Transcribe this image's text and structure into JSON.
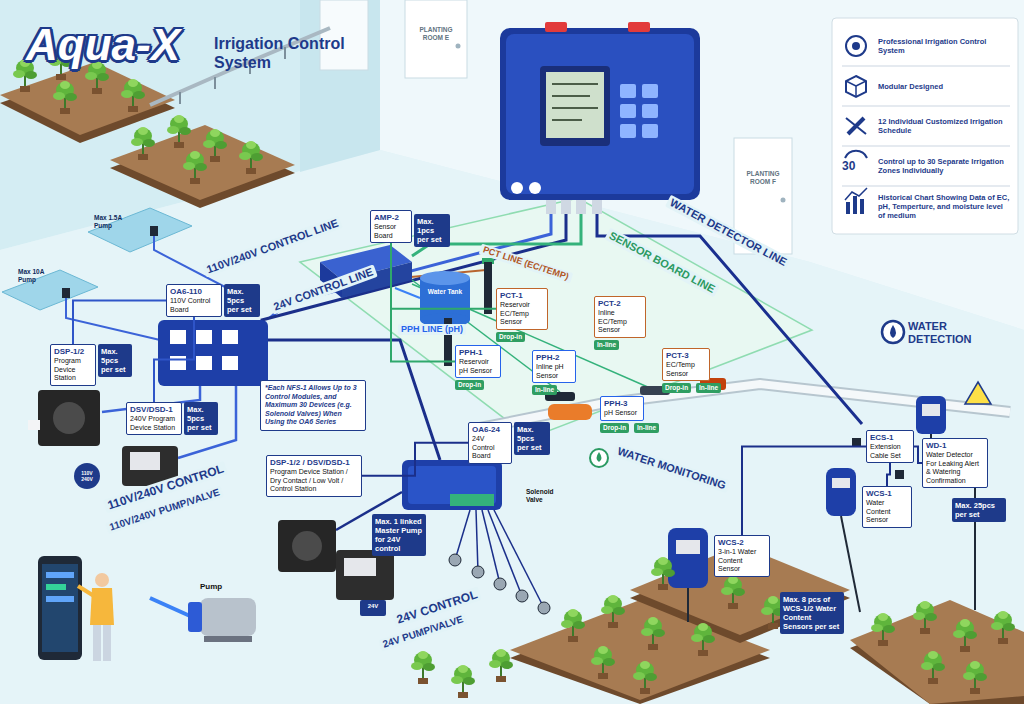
{
  "diagram": {
    "title": "Aqua-X",
    "nodes": [
      {
        "text": [
          "Professional Irrigation Control System",
          "Modular Designed",
          "12 Individual Customized Irrigation Schedule",
          "Control up to 30 Separate Irrigation Zones Individually",
          "Historical Chart Showing Data of EC, pH, Temperture, and moisture level of medium"
        ]
      },
      {
        "text": [
          "AMP-2",
          "Sensor Board"
        ]
      },
      {
        "text": [
          "Max. 1pcs per set"
        ]
      },
      {
        "text": [
          "OA6-110",
          "110V Control Board"
        ]
      },
      {
        "text": [
          "Max. 5pcs per set"
        ]
      },
      {
        "text": [
          "DSP-1/2",
          "Program Device Station"
        ]
      },
      {
        "text": [
          "Max. 5pcs per set"
        ]
      },
      {
        "text": [
          "DSV/DSD-1",
          "240V Program Device Station"
        ]
      },
      {
        "text": [
          "Max. 5pcs per set"
        ]
      },
      {
        "text": [
          "*Each NFS-1 Allows Up to 3 Control Modules, and Maximum 30 Devices (e.g. Solenoid Valves) When Using the OA6 Series"
        ]
      },
      {
        "text": [
          "OA6-24",
          "24V Control Board"
        ]
      },
      {
        "text": [
          "Max. 5pcs per set"
        ]
      },
      {
        "text": [
          "DSP-1/2 / DSV/DSD-1",
          "Program Device Station / Dry Contact / Low Volt / Control Station"
        ]
      },
      {
        "text": [
          "Max. 1 linked Master Pump for 24V control"
        ]
      },
      {
        "text": [
          "PCT-1",
          "Reservoir EC/Temp Sensor"
        ]
      },
      {
        "text": [
          "PPH-1",
          "Reservoir pH Sensor"
        ]
      },
      {
        "text": [
          "PPH-2",
          "Inline pH Sensor"
        ]
      },
      {
        "text": [
          "PCT-2",
          "Inline EC/Temp Sensor"
        ]
      },
      {
        "text": [
          "PCT-3",
          "EC/Temp Sensor"
        ]
      },
      {
        "text": [
          "PPH-3",
          "pH Sensor"
        ]
      },
      {
        "text": [
          "ECS-1",
          "Extension Cable Set"
        ]
      },
      {
        "text": [
          "WD-1",
          "Water Detector For Leaking Alert & Watering Confirmation"
        ]
      },
      {
        "text": [
          "Max. 25pcs per set"
        ]
      },
      {
        "text": [
          "WCS-1",
          "Water Content Sensor"
        ]
      },
      {
        "text": [
          "WCS-2",
          "3-in-1 Water Content Sensor"
        ]
      },
      {
        "text": [
          "Max. 8 pcs of WCS-1/2 Water Content Sensors per set"
        ]
      }
    ],
    "edges": [
      {
        "from": 1,
        "to": 14,
        "arrow": "none"
      },
      {
        "from": 1,
        "to": 15,
        "arrow": "none"
      },
      {
        "from": 3,
        "to": 5,
        "arrow": "none"
      },
      {
        "from": 3,
        "to": 7,
        "arrow": "none"
      },
      {
        "from": 10,
        "to": 12,
        "arrow": "none"
      },
      {
        "from": 20,
        "to": 21,
        "arrow": "none"
      },
      {
        "from": 20,
        "to": 23,
        "arrow": "none"
      },
      {
        "from": 20,
        "to": 24,
        "arrow": "none"
      }
    ],
    "labels": [
      "Irrigation Control System",
      "PLANTING ROOM E",
      "PLANTING ROOM F",
      "30",
      "Max 1.5A Pump",
      "Max 10A Pump",
      "110V/240V CONTROL LINE",
      "24V CONTROL LINE",
      "WATER DETECTOR LINE",
      "SENSOR BOARD LINE",
      "PCT LINE (EC/TEMP)",
      "PPH LINE (pH)",
      "Water Tank",
      "Drop-in",
      "Drop-in",
      "In-line",
      "In-line",
      "Drop-in",
      "In-line",
      "Drop-in",
      "In-line",
      "WATER DETECTION",
      "WATER MONITORING",
      "Solenoid Valve",
      "110V 240V",
      "110V/240V CONTROL",
      "110V/240V PUMP/VALVE",
      "Pump",
      "24V",
      "24V CONTROL",
      "24V PUMP/VALVE"
    ]
  }
}
